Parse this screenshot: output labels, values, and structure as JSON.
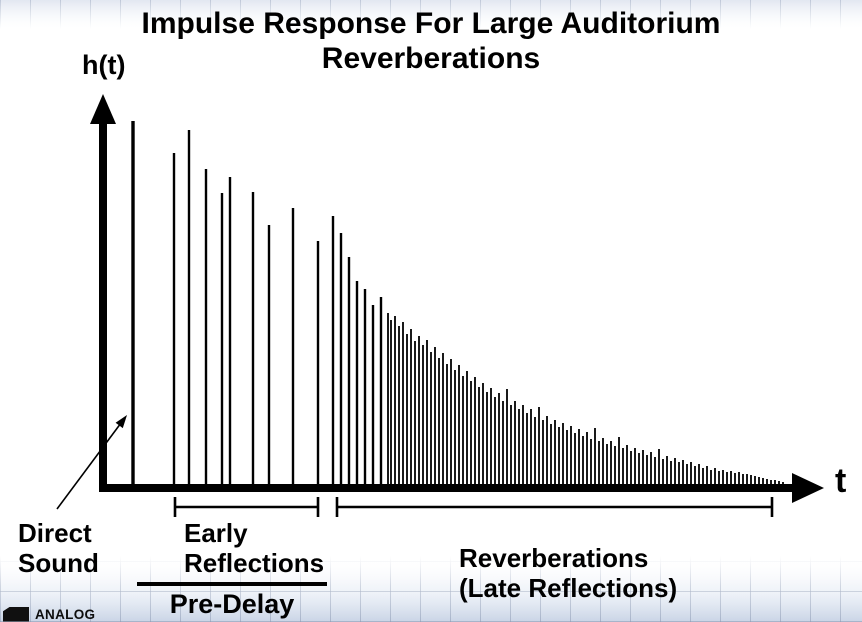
{
  "slide": {
    "title_line1": "Impulse Response For Large Auditorium",
    "title_line2": "Reverberations"
  },
  "logo": {
    "text": "ANALOG"
  },
  "colors": {
    "ink": "#000000",
    "grid_line": "#8a98b2",
    "band_top": "#e2e7f1",
    "band_bottom": "#c9d4e6"
  },
  "chart_data": {
    "type": "stem",
    "title": "Impulse Response For Large Auditorium Reverberations",
    "xlabel": "t",
    "ylabel": "h(t)",
    "axis_numeric_ticks": false,
    "units_note": "no numeric scale shown; t and amplitude estimated in pixels from plot origin",
    "annotations": {
      "direct_sound": {
        "line1": "Direct",
        "line2": "Sound"
      },
      "early_reflections": {
        "line1": "Early",
        "line2": "Reflections"
      },
      "reverberations": {
        "line1": "Reverberations",
        "line2": "(Late Reflections)"
      },
      "pre_delay": {
        "label": "Pre-Delay"
      }
    },
    "regions": [
      {
        "name": "early_reflections",
        "bracket": true,
        "from": 72,
        "to": 215
      },
      {
        "name": "reverberations",
        "bracket": true,
        "from": 234,
        "to": 669
      },
      {
        "name": "pre_delay",
        "bracket": false,
        "from": 34,
        "to": 224
      }
    ],
    "spikes": [
      [
        30,
        363
      ],
      [
        71,
        331
      ],
      [
        86,
        354
      ],
      [
        103,
        315
      ],
      [
        119,
        291
      ],
      [
        127,
        307
      ],
      [
        150,
        292
      ],
      [
        166,
        259
      ],
      [
        190,
        276
      ],
      [
        215,
        243
      ],
      [
        230,
        268
      ],
      [
        238,
        251
      ],
      [
        246,
        227
      ],
      [
        254,
        203
      ],
      [
        262,
        195
      ],
      [
        270,
        179
      ],
      [
        278,
        187
      ],
      [
        285,
        171
      ],
      [
        288,
        164
      ],
      [
        292,
        168
      ],
      [
        296,
        158
      ],
      [
        300,
        162
      ],
      [
        304,
        150
      ],
      [
        308,
        155
      ],
      [
        312,
        143
      ],
      [
        316,
        148
      ],
      [
        320,
        139
      ],
      [
        324,
        144
      ],
      [
        328,
        132
      ],
      [
        332,
        137
      ],
      [
        336,
        126
      ],
      [
        340,
        131
      ],
      [
        344,
        120
      ],
      [
        348,
        125
      ],
      [
        352,
        114
      ],
      [
        356,
        119
      ],
      [
        360,
        108
      ],
      [
        364,
        113
      ],
      [
        368,
        103
      ],
      [
        372,
        107
      ],
      [
        376,
        97
      ],
      [
        380,
        101
      ],
      [
        384,
        92
      ],
      [
        388,
        96
      ],
      [
        392,
        87
      ],
      [
        396,
        91
      ],
      [
        400,
        83
      ],
      [
        404,
        95
      ],
      [
        408,
        79
      ],
      [
        412,
        83
      ],
      [
        416,
        75
      ],
      [
        420,
        79
      ],
      [
        424,
        71
      ],
      [
        428,
        75
      ],
      [
        432,
        67
      ],
      [
        436,
        77
      ],
      [
        440,
        64
      ],
      [
        444,
        68
      ],
      [
        448,
        60
      ],
      [
        452,
        64
      ],
      [
        456,
        57
      ],
      [
        460,
        61
      ],
      [
        464,
        54
      ],
      [
        468,
        58
      ],
      [
        472,
        51
      ],
      [
        476,
        55
      ],
      [
        480,
        48
      ],
      [
        484,
        52
      ],
      [
        488,
        45
      ],
      [
        492,
        56
      ],
      [
        496,
        43
      ],
      [
        500,
        46
      ],
      [
        504,
        40
      ],
      [
        508,
        43
      ],
      [
        512,
        38
      ],
      [
        516,
        47
      ],
      [
        520,
        36
      ],
      [
        524,
        39
      ],
      [
        528,
        33
      ],
      [
        532,
        36
      ],
      [
        536,
        31
      ],
      [
        540,
        34
      ],
      [
        544,
        29
      ],
      [
        548,
        32
      ],
      [
        552,
        27
      ],
      [
        556,
        35
      ],
      [
        560,
        25
      ],
      [
        564,
        28
      ],
      [
        568,
        23
      ],
      [
        572,
        26
      ],
      [
        576,
        22
      ],
      [
        580,
        24
      ],
      [
        584,
        20
      ],
      [
        588,
        22
      ],
      [
        592,
        18
      ],
      [
        596,
        20
      ],
      [
        600,
        16
      ],
      [
        604,
        18
      ],
      [
        608,
        14
      ],
      [
        612,
        16
      ],
      [
        616,
        13
      ],
      [
        620,
        14
      ],
      [
        624,
        12
      ],
      [
        628,
        13
      ],
      [
        632,
        11
      ],
      [
        636,
        12
      ],
      [
        640,
        10
      ],
      [
        644,
        10
      ],
      [
        648,
        9
      ],
      [
        652,
        8
      ],
      [
        656,
        7
      ],
      [
        660,
        6
      ],
      [
        664,
        5
      ],
      [
        668,
        4
      ],
      [
        672,
        4
      ],
      [
        676,
        3
      ],
      [
        680,
        2
      ]
    ]
  }
}
